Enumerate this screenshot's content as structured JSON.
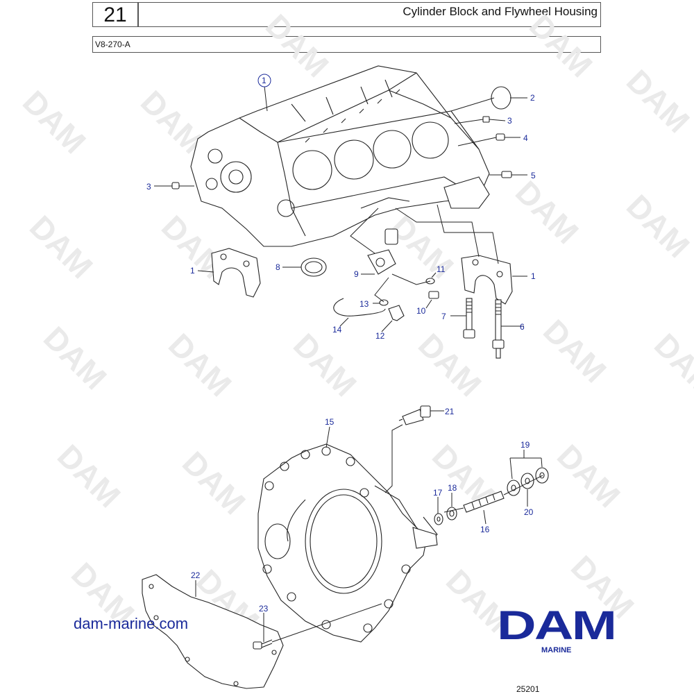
{
  "header": {
    "section_number": "21",
    "title": "Cylinder Block and Flywheel Housing",
    "model": "V8-270-A"
  },
  "watermark": {
    "text": "DAM"
  },
  "callouts": {
    "c1_block": "1",
    "c2": "2",
    "c3_right": "3",
    "c4": "4",
    "c5": "5",
    "c3_left": "3",
    "c1_cap_left": "1",
    "c8": "8",
    "c9": "9",
    "c11": "11",
    "c1_cap_right": "1",
    "c13": "13",
    "c10": "10",
    "c7": "7",
    "c6": "6",
    "c14": "14",
    "c12": "12",
    "c21": "21",
    "c15": "15",
    "c19": "19",
    "c18": "18",
    "c17": "17",
    "c20": "20",
    "c16": "16",
    "c22": "22",
    "c23": "23"
  },
  "footer": {
    "website": "dam-marine.com",
    "logo_text": "DAM",
    "logo_subtext": "MARINE",
    "drawing_number": "25201"
  },
  "colors": {
    "accent": "#1a2a9a",
    "line": "#222222",
    "watermark": "#eaeaea"
  }
}
